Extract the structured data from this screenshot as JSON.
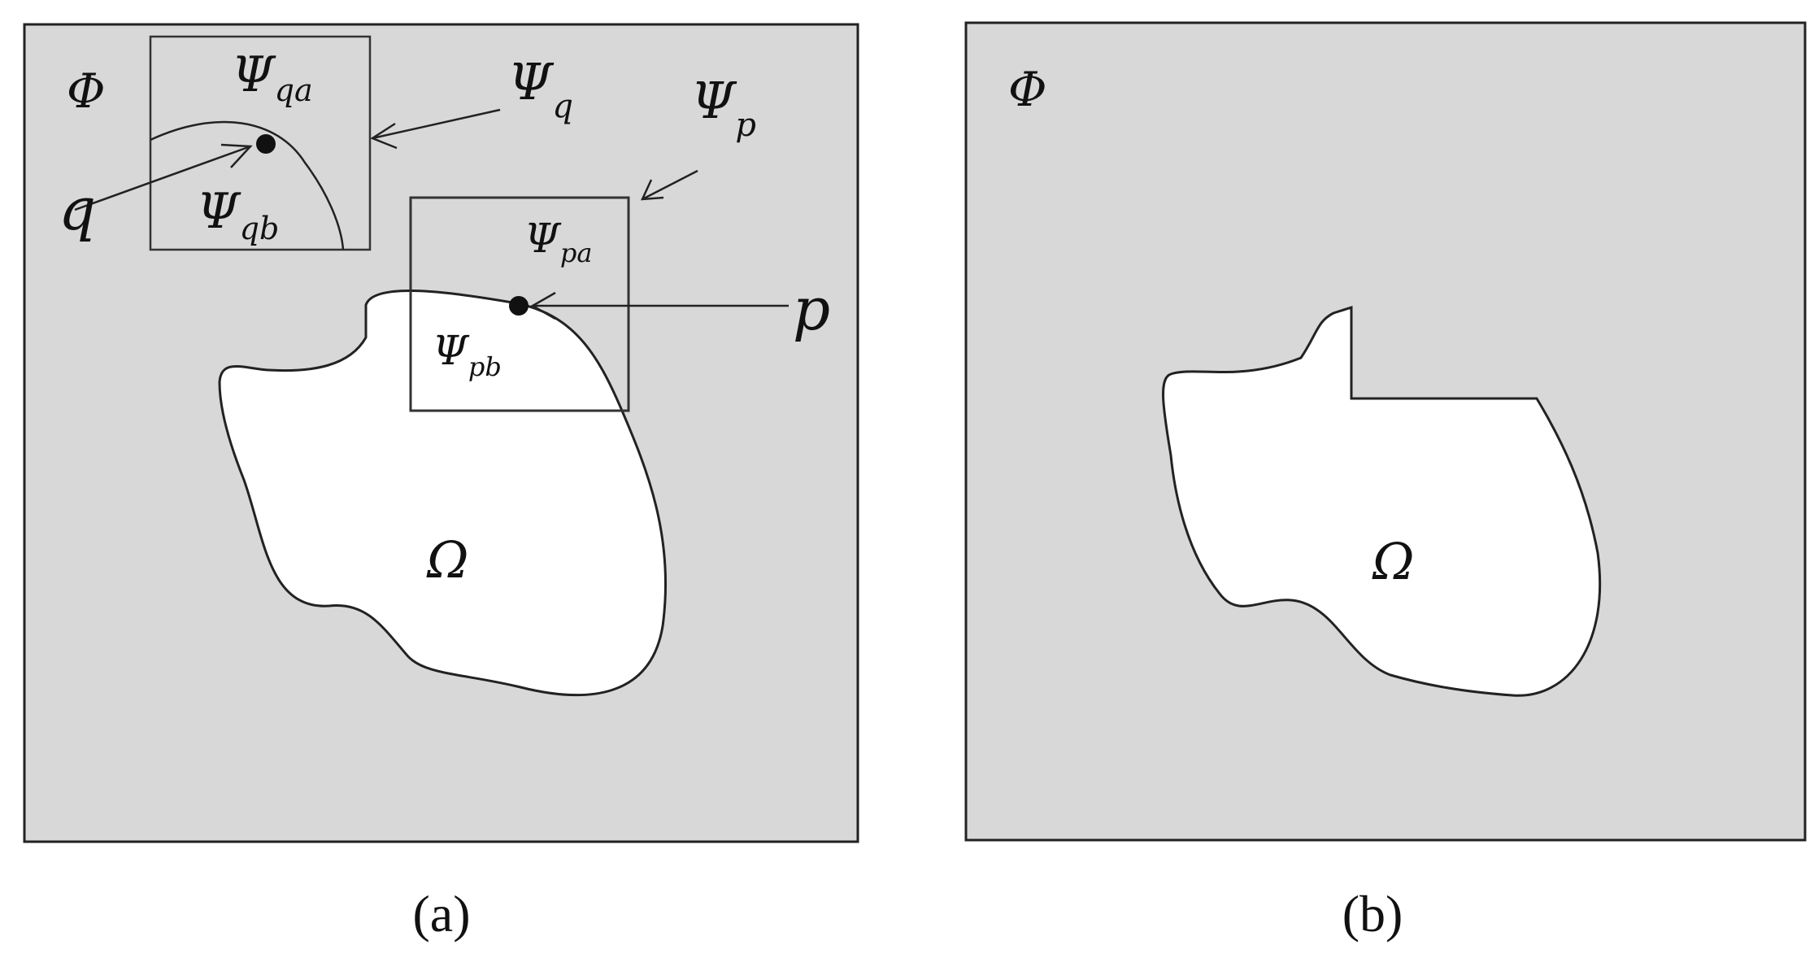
{
  "colors": {
    "background": "#ffffff",
    "domain_fill": "#d8d8d8",
    "hole_fill": "#ffffff",
    "stroke": "#222222",
    "text": "#111111"
  },
  "panel_a": {
    "caption": "(a)",
    "phi": "Φ",
    "omega": "Ω",
    "psi_q": {
      "base": "Ψ",
      "sub": "q"
    },
    "psi_qa": {
      "base": "Ψ",
      "sub": "qa"
    },
    "psi_qb": {
      "base": "Ψ",
      "sub": "qb"
    },
    "psi_p": {
      "base": "Ψ",
      "sub": "p"
    },
    "psi_pa": {
      "base": "Ψ",
      "sub": "pa"
    },
    "psi_pb": {
      "base": "Ψ",
      "sub": "pb"
    },
    "point_q": "q",
    "point_p": "p"
  },
  "panel_b": {
    "caption": "(b)",
    "phi": "Φ",
    "omega": "Ω"
  }
}
